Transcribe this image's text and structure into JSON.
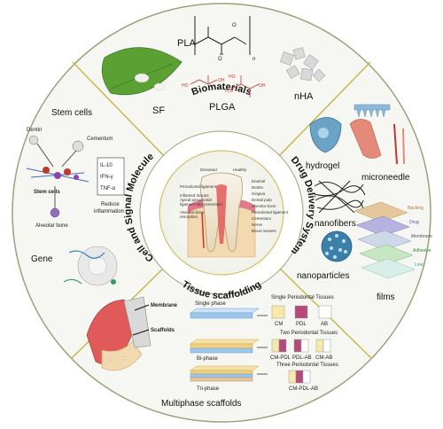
{
  "ring_labels": {
    "top": "Biomaterials",
    "right": "Drug Delivery System",
    "bottom": "Tissue scaffolding",
    "left": "Cell and Signal Molecule"
  },
  "center": {
    "diseased": "Diseased",
    "healthy": "Healthy",
    "left_notes": [
      "Periodontal ligament",
      "Inflamed tissues",
      "Apical periodontal",
      "ligament and cementum",
      "Alveolar bone",
      "resorption"
    ],
    "right_notes": [
      "Enamel",
      "Dentin",
      "Gingiva",
      "Dental pulp",
      "Alveolar bone",
      "Periodontal ligament",
      "Cementum",
      "Nerve",
      "Blood vessels"
    ]
  },
  "biomaterials": {
    "pla": "PLA",
    "pla_n": "n",
    "plga": "PLGA",
    "plga_ho": "HO",
    "plga_oh": "OH",
    "plga_ho2": "HO",
    "plga_h3c": "H₃C",
    "plga_oh2": "OH",
    "sf": "SF",
    "nha": "nHA",
    "pla_o1": "O",
    "pla_o2": "O"
  },
  "drug_delivery": {
    "hydrogel": "hydrogel",
    "microneedle": "microneedle",
    "nanofibers": "nanofibers",
    "nanoparticles": "nanoparticles",
    "films": "films",
    "film_layers": [
      "Backing",
      "Drug",
      "Membrane",
      "Adhesive",
      "Liner"
    ]
  },
  "cell_signal": {
    "stem_cells_title": "Stem cells",
    "dentin": "Dentin",
    "cementum": "Cementum",
    "stem_cells": "Stem cells",
    "alveolar_bone": "Alveolar bone",
    "il10": "IL-10",
    "ifn": "IFN-γ",
    "tnf": "TNF-α",
    "reduce": "Reduce",
    "inflammation": "inflammation",
    "gene": "Gene"
  },
  "scaffold": {
    "membrane": "Membrane",
    "scaffolds": "Scaffolds",
    "single_phase": "Single phase",
    "bi_phase": "Bi-phase",
    "tri_phase": "Tri-phase",
    "single_tissue": "Single Periodontal Tissues",
    "two_tissue": "Two Periodontal Tissues",
    "three_tissue": "Three Periodontal Tissues",
    "cm": "CM",
    "pdl": "PDL",
    "ab": "AB",
    "cm_pdl": "CM-PDL",
    "pdl_ab": "PDL-AB",
    "cm_ab": "CM-AB",
    "cm_pdl_ab": "CM-PDL-AB",
    "title": "Multiphase scaffolds"
  },
  "colors": {
    "ring_fill": "#f6f7f2",
    "ring_stroke": "#9aa27a",
    "divider": "#c9b84e",
    "leaf": "#5aa033",
    "hydrogel": "#6ba3c7",
    "nanoparticle": "#3c7fa8",
    "gum": "#e07a8a"
  }
}
